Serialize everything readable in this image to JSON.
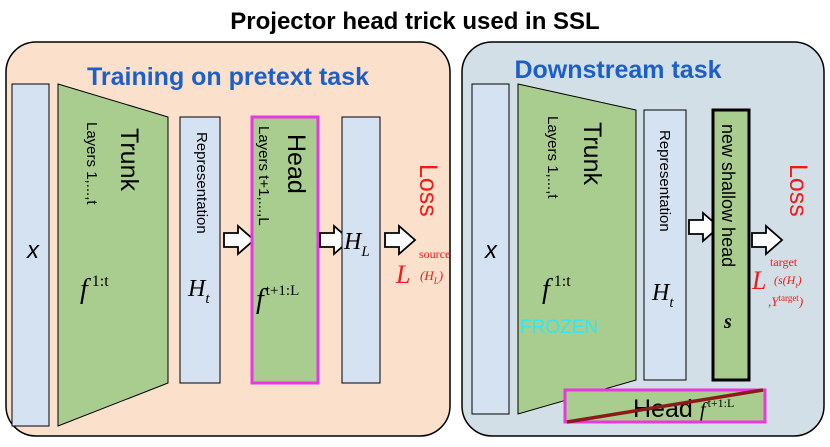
{
  "title": "Projector head trick used in SSL",
  "left": {
    "heading": "Training on pretext task",
    "input": "x",
    "trunk": {
      "name": "Trunk",
      "layers": "Layers 1,...,t",
      "func": "f",
      "func_sup": "1:t"
    },
    "representation": {
      "name": "Representation",
      "sym": "H",
      "sym_sub": "t"
    },
    "head": {
      "name": "Head",
      "layers": "Layers t+1,...,L",
      "func": "f",
      "func_sup": "t+1:L"
    },
    "output": {
      "sym": "H",
      "sym_sub": "L"
    },
    "loss": {
      "label": "Loss",
      "sym": "L",
      "sup": "source",
      "arg": "(H",
      "arg_sub": "L",
      "arg_end": ")"
    }
  },
  "right": {
    "heading": "Downstream task",
    "input": "x",
    "trunk": {
      "name": "Trunk",
      "layers": "Layers 1,...,t",
      "func": "f",
      "func_sup": "1:t",
      "status": "FROZEN"
    },
    "representation": {
      "name": "Representation",
      "sym": "H",
      "sym_sub": "t"
    },
    "new_head": {
      "name": "new shallow head",
      "sym": "s"
    },
    "loss": {
      "label": "Loss",
      "sym": "L",
      "sup": "target",
      "arg1": "(s(H",
      "arg1_sub": "t",
      "arg1_end": ")",
      "arg2": ",Y",
      "arg2_sup": "target",
      "arg2_end": ")"
    },
    "removed_head": {
      "name": "Head",
      "func": "f",
      "func_sup": "t+1:L"
    }
  },
  "colors": {
    "left_panel": "#fbe0cc",
    "right_panel": "#d3dfe6",
    "block_blue": "#d4e2f2",
    "trunk_green": "#a9cc8f",
    "head_border": "#e838e0",
    "heading_blue": "#1c5fc7",
    "loss_red": "#ee1b1b",
    "frozen_cyan": "#33e6ef",
    "strike": "#8b1a1a"
  }
}
